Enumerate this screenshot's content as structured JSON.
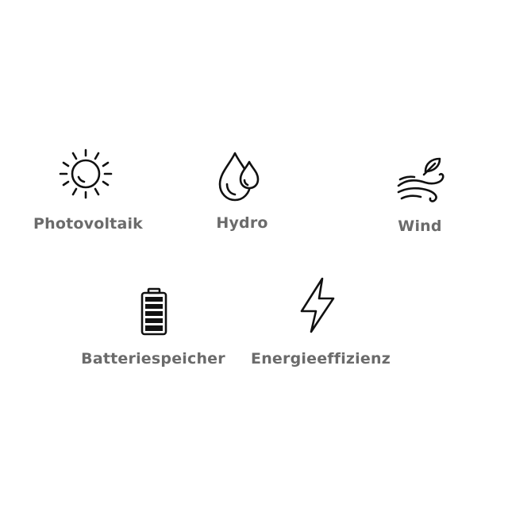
{
  "colors": {
    "background": "#ffffff",
    "icon": "#111111",
    "label": "#6b6b6b"
  },
  "categories": [
    {
      "label": "Photovoltaik",
      "icon": "sun-icon"
    },
    {
      "label": "Hydro",
      "icon": "water-drops-icon"
    },
    {
      "label": "Wind",
      "icon": "wind-leaf-icon"
    },
    {
      "label": "Batteriespeicher",
      "icon": "battery-icon"
    },
    {
      "label": "Energieeffizienz",
      "icon": "lightning-bolt-icon"
    }
  ]
}
